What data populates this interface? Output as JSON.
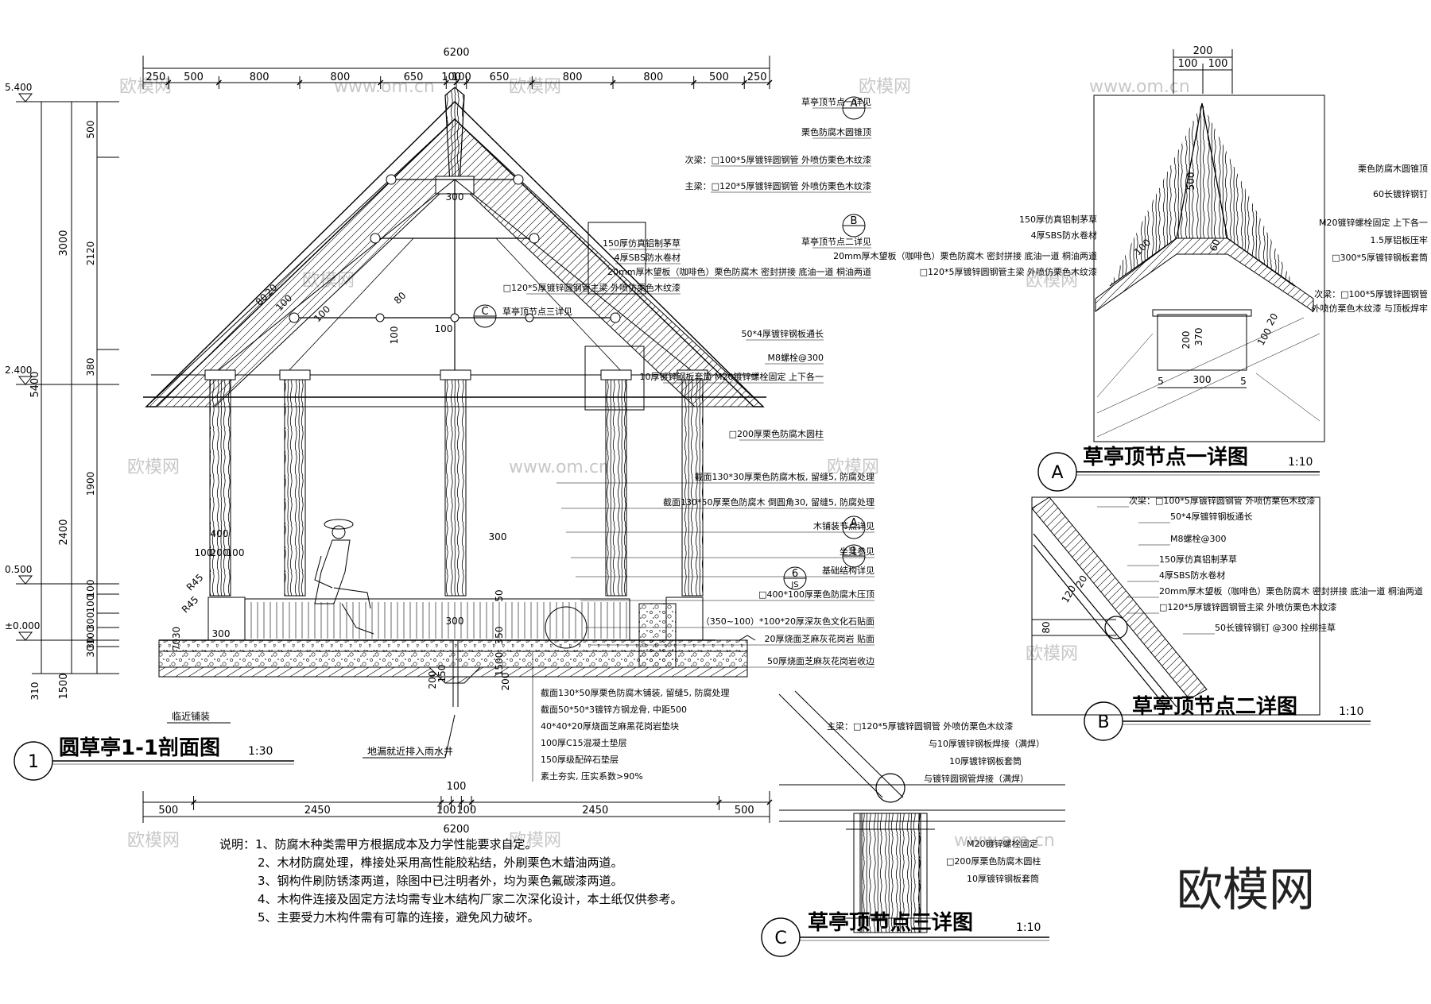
{
  "watermark": "欧模网",
  "watermark_url": "www.om.cn",
  "logo_text": "欧模网",
  "main_view": {
    "title": "圆草亭1-1剖面图",
    "scale": "1:30",
    "number": "1",
    "top_total": "6200",
    "top_dims": [
      "250",
      "500",
      "800",
      "800",
      "650",
      "100",
      "100",
      "650",
      "800",
      "800",
      "500",
      "250"
    ],
    "bottom_total": "6200",
    "bottom_dims": [
      "500",
      "2450",
      "100",
      "100",
      "100",
      "2450",
      "500"
    ],
    "elevations": [
      "5.400",
      "2.400",
      "0.500",
      "±0.000"
    ],
    "left_dims_outer": [
      "5400",
      "310"
    ],
    "left_dims_mid": [
      "3000",
      "2400",
      "1500"
    ],
    "left_dims_inner": [
      "500",
      "2120",
      "380",
      "1900",
      "100",
      "100",
      "300",
      "100",
      "30",
      "30"
    ],
    "inner_dims": [
      "300",
      "100",
      "100",
      "80",
      "20",
      "100",
      "80",
      "100",
      "400",
      "100",
      "200",
      "100",
      "R45",
      "R45",
      "7030",
      "300",
      "300",
      "350",
      "50",
      "300",
      "1500",
      "150",
      "200",
      "200"
    ],
    "labels_top": [
      "草亭顶节点一详见",
      "栗色防腐木圆锥顶",
      "次梁：□100*5厚镀锌圆钢管 外喷仿栗色木纹漆",
      "主梁：□120*5厚镀锌圆钢管 外喷仿栗色木纹漆",
      "草亭顶节点二详见",
      "150厚仿真铝制茅草",
      "4厚SBS防水卷材",
      "20mm厚木望板（咖啡色）栗色防腐木 密封拼接 底油一道 桐油两道",
      "□120*5厚镀锌圆钢管主梁 外喷仿栗色木纹漆",
      "草亭顶节点三详见",
      "50*4厚镀锌钢板通长",
      "M8螺栓@300",
      "10厚镀锌钢板套筒 M20镀锌螺栓固定 上下各一",
      "□200厚栗色防腐木圆柱"
    ],
    "labels_mid": [
      "截面130*30厚栗色防腐木板, 留缝5, 防腐处理",
      "截面130*50厚栗色防腐木 倒圆角30, 留缝5, 防腐处理",
      "木铺装节点详见",
      "坐凳参见",
      "基础结构详见",
      "□400*100厚栗色防腐木压顶",
      "（350~100）*100*20厚深灰色文化石贴面",
      "20厚烧面芝麻灰花岗岩 贴面",
      "50厚烧面芝麻灰花岗岩收边"
    ],
    "labels_bottom": [
      "截面130*50厚栗色防腐木铺装, 留缝5, 防腐处理",
      "截面50*50*3镀锌方钢龙骨, 中距500",
      "40*40*20厚烧面芝麻黑花岗岩垫块",
      "100厚C15混凝土垫层",
      "150厚级配碎石垫层",
      "素土夯实, 压实系数>90%"
    ],
    "label_drain": "地漏就近排入雨水井",
    "label_adjacent": "临近铺装",
    "callouts": [
      "A",
      "B",
      "C",
      "A",
      "1",
      "6"
    ],
    "callout_subs": [
      "",
      "",
      "",
      "",
      "",
      "JS"
    ]
  },
  "detail_a": {
    "title": "草亭顶节点一详图",
    "scale": "1:10",
    "number": "A",
    "top_total": "200",
    "top_dims": [
      "100",
      "100"
    ],
    "inner_dims": [
      "500",
      "60",
      "100",
      "370",
      "200",
      "300",
      "5",
      "5",
      "100",
      "20"
    ],
    "labels": [
      "栗色防腐木圆锥顶",
      "60长镀锌钢钉",
      "150厚仿真铝制茅草",
      "4厚SBS防水卷材",
      "M20镀锌螺栓固定 上下各一",
      "20mm厚木望板（咖啡色）栗色防腐木 密封拼接 底油一道 桐油两道",
      "1.5厚铝板压牢",
      "□120*5厚镀锌圆钢管主梁 外喷仿栗色木纹漆",
      "□300*5厚镀锌钢板套筒",
      "次梁：□100*5厚镀锌圆钢管",
      "外喷仿栗色木纹漆 与顶板焊牢"
    ]
  },
  "detail_b": {
    "title": "草亭顶节点二详图",
    "scale": "1:10",
    "number": "B",
    "inner_dims": [
      "120",
      "20",
      "80"
    ],
    "labels": [
      "次梁：□100*5厚镀锌圆钢管 外喷仿栗色木纹漆",
      "50*4厚镀锌钢板通长",
      "M8螺栓@300",
      "150厚仿真铝制茅草",
      "4厚SBS防水卷材",
      "20mm厚木望板（咖啡色）栗色防腐木 密封拼接 底油一道 桐油两道",
      "□120*5厚镀锌圆钢管主梁 外喷仿栗色木纹漆",
      "50长镀锌钢钉 @300 拴绑挂草"
    ]
  },
  "detail_c": {
    "title": "草亭顶节点三详图",
    "scale": "1:10",
    "number": "C",
    "labels": [
      "主梁：□120*5厚镀锌圆钢管 外喷仿栗色木纹漆",
      "与10厚镀锌钢板焊接（满焊）",
      "10厚镀锌钢板套筒",
      "与镀锌圆钢管焊接（满焊）",
      "M20镀锌螺栓固定",
      "□200厚栗色防腐木圆柱",
      "10厚镀锌钢板套筒"
    ]
  },
  "notes": [
    "说明：1、防腐木种类需甲方根据成本及力学性能要求自定。",
    "2、木材防腐处理，榫接处采用高性能胶粘结，外刷栗色木蜡油两道。",
    "3、钢构件刷防锈漆两道，除图中已注明者外，均为栗色氟碳漆两道。",
    "4、木构件连接及固定方法均需专业木结构厂家二次深化设计，本土纸仅供参考。",
    "5、主要受力木构件需有可靠的连接，避免风力破坏。"
  ]
}
